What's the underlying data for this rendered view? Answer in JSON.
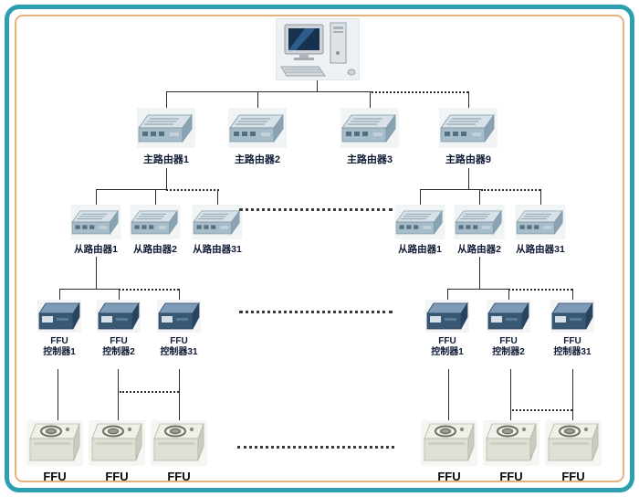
{
  "frame": {
    "outer_color": "#2d9fb1",
    "inner_color": "#e3b37b",
    "background": "#ffffff"
  },
  "topology": {
    "computer": {
      "icon": "desktop-computer-icon"
    },
    "main_routers": [
      {
        "label": "主路由器1"
      },
      {
        "label": "主路由器2"
      },
      {
        "label": "主路由器3"
      },
      {
        "label": "主路由器9"
      }
    ],
    "slave_groups": [
      {
        "side": "left",
        "routers": [
          {
            "label": "从路由器1"
          },
          {
            "label": "从路由器2"
          },
          {
            "label": "从路由器31"
          }
        ]
      },
      {
        "side": "right",
        "routers": [
          {
            "label": "从路由器1"
          },
          {
            "label": "从路由器2"
          },
          {
            "label": "从路由器31"
          }
        ]
      }
    ],
    "controller_groups": [
      {
        "side": "left",
        "controllers": [
          {
            "line1": "FFU",
            "line2": "控制器1"
          },
          {
            "line1": "FFU",
            "line2": "控制器2"
          },
          {
            "line1": "FFU",
            "line2": "控制器31"
          }
        ]
      },
      {
        "side": "right",
        "controllers": [
          {
            "line1": "FFU",
            "line2": "控制器1"
          },
          {
            "line1": "FFU",
            "line2": "控制器2"
          },
          {
            "line1": "FFU",
            "line2": "控制器31"
          }
        ]
      }
    ],
    "ffu_groups": [
      {
        "side": "left",
        "units": [
          {
            "label": "FFU"
          },
          {
            "label": "FFU"
          },
          {
            "label": "FFU"
          }
        ]
      },
      {
        "side": "right",
        "units": [
          {
            "label": "FFU"
          },
          {
            "label": "FFU"
          },
          {
            "label": "FFU"
          }
        ]
      }
    ]
  }
}
